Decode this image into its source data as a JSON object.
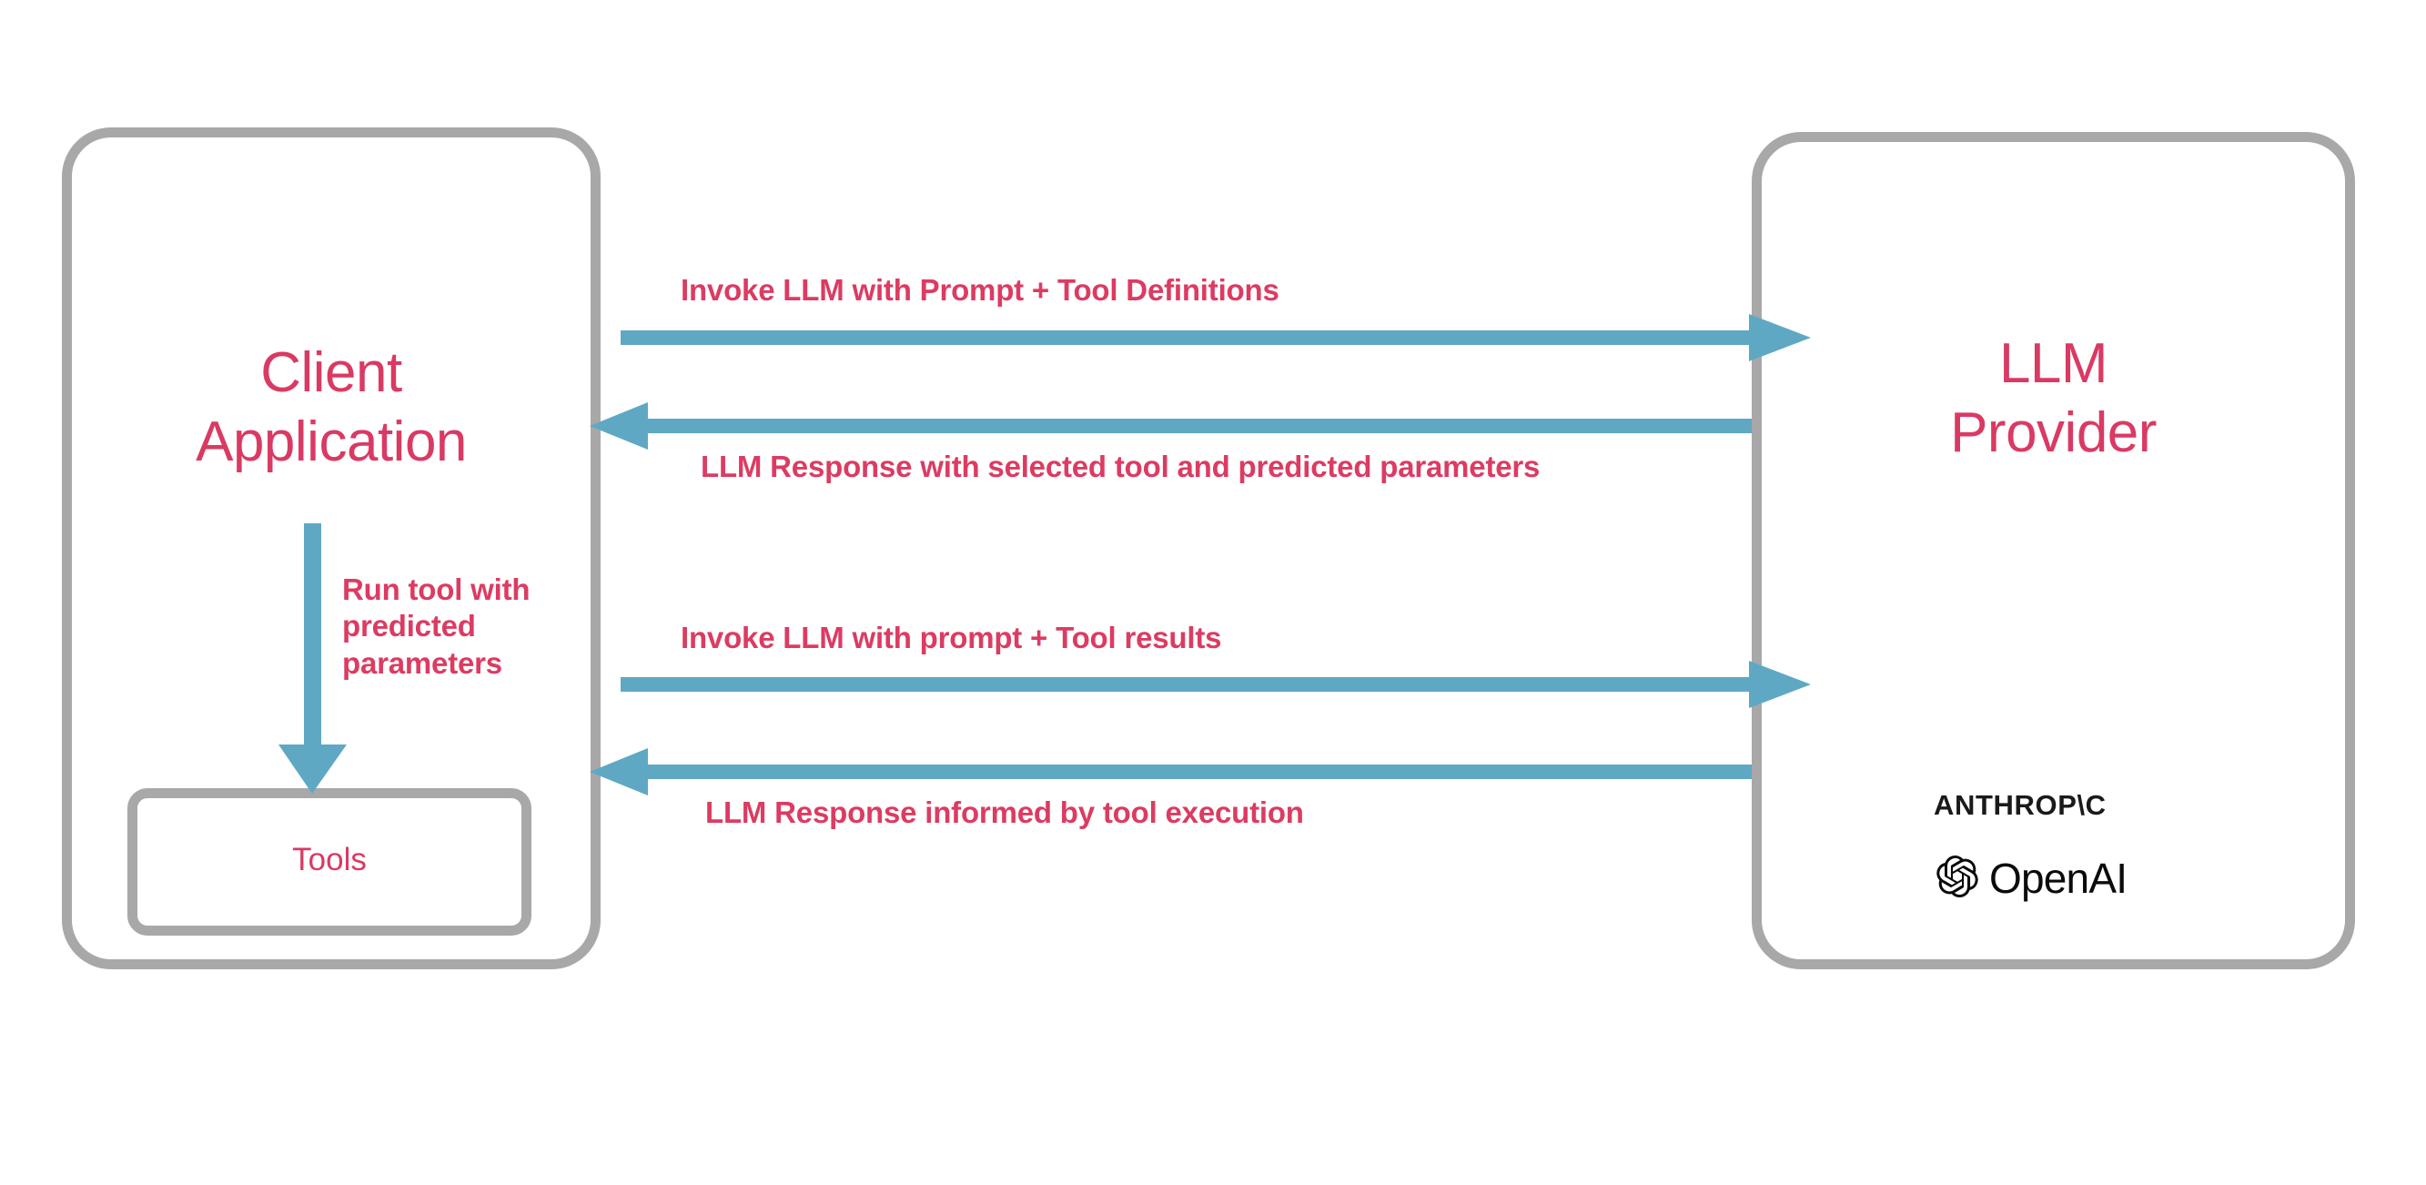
{
  "diagram": {
    "title": "LLM tool-calling sequence between client application and LLM provider",
    "background_color": "#ffffff",
    "accent_text_color": "#d93a63",
    "arrow_color": "#5fa8c4",
    "box_border_color": "#a8a8a8"
  },
  "nodes": {
    "client": {
      "label": "Client\nApplication",
      "text_color": "#d93a63"
    },
    "tools": {
      "label": "Tools",
      "text_color": "#d93a63"
    },
    "provider": {
      "label": "LLM\nProvider",
      "text_color": "#d93a63"
    }
  },
  "flows": [
    {
      "id": "flow-1",
      "label": "Invoke LLM with Prompt + Tool Definitions",
      "direction": "right",
      "from": "client",
      "to": "provider"
    },
    {
      "id": "flow-2",
      "label": "LLM Response with selected tool and predicted parameters",
      "direction": "left",
      "from": "provider",
      "to": "client"
    },
    {
      "id": "flow-3",
      "label": "Invoke LLM with prompt + Tool results",
      "direction": "right",
      "from": "client",
      "to": "provider"
    },
    {
      "id": "flow-4",
      "label": "LLM Response informed by tool execution",
      "direction": "left",
      "from": "provider",
      "to": "client"
    }
  ],
  "internal_flow": {
    "id": "flow-run-tool",
    "label": "Run tool with\npredicted\nparameters",
    "direction": "down",
    "from": "client",
    "to": "tools"
  },
  "provider_logos": {
    "anthropic_wordmark": "ANTHROP\\C",
    "openai_wordmark": "OpenAI",
    "openai_icon_name": "openai-flower-logo",
    "logo_color": "#0b0b0b"
  }
}
